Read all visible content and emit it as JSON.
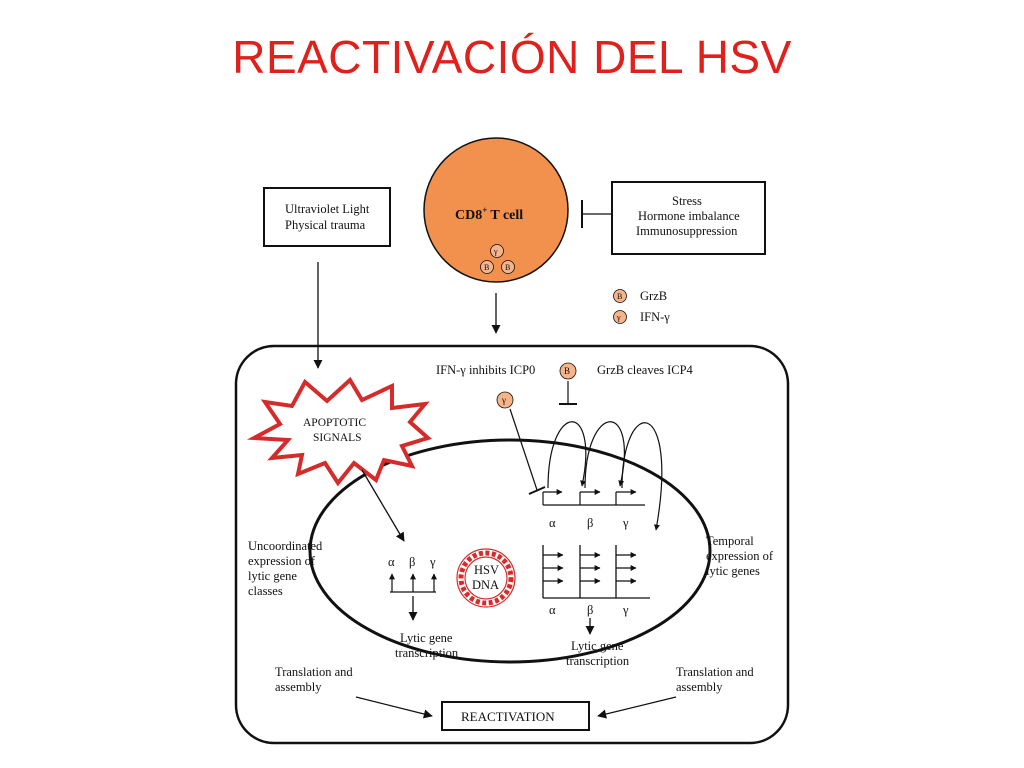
{
  "slide": {
    "title": "REACTIVACIÓN DEL HSV"
  },
  "box_left": {
    "line1": "Ultraviolet Light",
    "line2": "Physical trauma"
  },
  "box_right": {
    "line1": "Stress",
    "line2": "Hormone imbalance",
    "line3": "Immunosuppression"
  },
  "cd8": {
    "label_prefix": "CD8",
    "label_sup": "+",
    "label_suffix": "T cell",
    "color": "#f2904e"
  },
  "legend": {
    "grzb_symbol": "B",
    "grzb_label": "GrzB",
    "ifn_symbol": "γ",
    "ifn_label": "IFN-γ"
  },
  "cell": {
    "ifn_text": "IFN-γ inhibits ICP0",
    "grzb_text": "GrzB cleaves ICP4",
    "apoptotic_line1": "APOPTOTIC",
    "apoptotic_line2": "SIGNALS",
    "uncoordinated": [
      "Uncoordinated",
      "expression of",
      "lytic gene",
      "classes"
    ],
    "temporal": [
      "Temporal",
      "expression of",
      "lytic genes"
    ],
    "hsv_line1": "HSV",
    "hsv_line2": "DNA",
    "greek_alpha": "α",
    "greek_beta": "β",
    "greek_gamma": "γ",
    "lytic_left": [
      "Lytic gene",
      "transcription"
    ],
    "lytic_right": [
      "Lytic gene",
      "transcription"
    ],
    "translation_left": [
      "Translation and",
      "assembly"
    ],
    "translation_right": [
      "Translation and",
      "assembly"
    ],
    "reactivation": "REACTIVATION"
  }
}
